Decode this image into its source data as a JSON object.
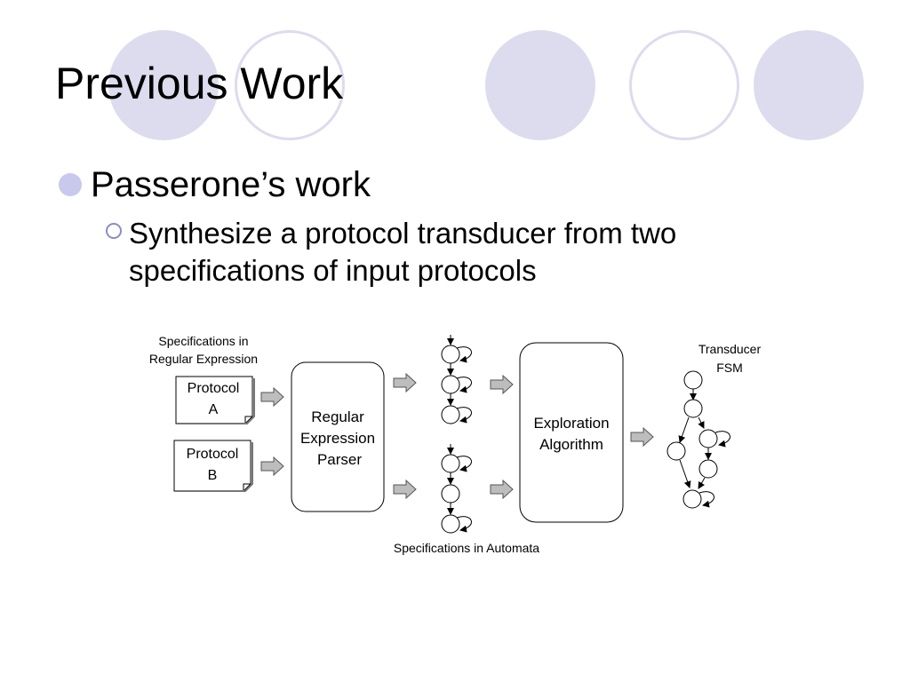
{
  "slide": {
    "title": "Previous Work",
    "bullet_level1": "Passerone’s work",
    "bullet_level2": "Synthesize a protocol transducer from two specifications of input protocols"
  },
  "diagram": {
    "label_spec_regex_line1": "Specifications in",
    "label_spec_regex_line2": "Regular Expression",
    "protocol_a_line1": "Protocol",
    "protocol_a_line2": "A",
    "protocol_b_line1": "Protocol",
    "protocol_b_line2": "B",
    "parser_line1": "Regular",
    "parser_line2": "Expression",
    "parser_line3": "Parser",
    "exploration_line1": "Exploration",
    "exploration_line2": "Algorithm",
    "transducer_line1": "Transducer",
    "transducer_line2": "FSM",
    "label_spec_automata": "Specifications in Automata"
  },
  "colors": {
    "decor_circle": "#dcdcee",
    "bullet_fill": "#c9c9ee",
    "bullet_ring": "#8c8cc8",
    "arrow_fill": "#bdbdbd"
  }
}
